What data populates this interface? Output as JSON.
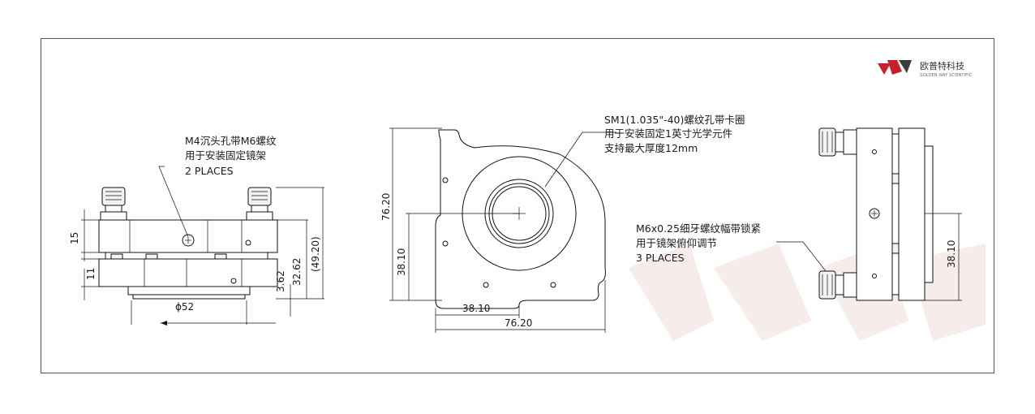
{
  "logo": {
    "cn": "欧普特科技",
    "en": "GOLDEN WAY SCIENTIFIC",
    "colors": {
      "red": "#c8202a",
      "dark": "#3b3b3b",
      "watermark": "#f5e9e7"
    }
  },
  "callouts": {
    "mount_holes": [
      "M4沉头孔带M6螺纹",
      "用于安装固定镜架",
      "2 PLACES"
    ],
    "thread": [
      "SM1(1.035\"-40)螺纹孔带卡圈",
      "用于安装固定1英寸光学元件",
      "支持最大厚度12mm"
    ],
    "adjusters": [
      "M6x0.25细牙螺纹幅带锁紧",
      "用于镜架俯仰调节",
      "3 PLACES"
    ]
  },
  "dimensions": {
    "side_left": {
      "d15": "15",
      "d11": "11",
      "d362": "3.62",
      "d3262": "32.62",
      "d4920": "(49.20)",
      "dia": "ϕ52"
    },
    "front": {
      "h7620": "76.20",
      "h3810": "38.10",
      "w3810": "38.10",
      "w7620": "76.20"
    },
    "side_right": {
      "h3810": "38.10"
    }
  }
}
